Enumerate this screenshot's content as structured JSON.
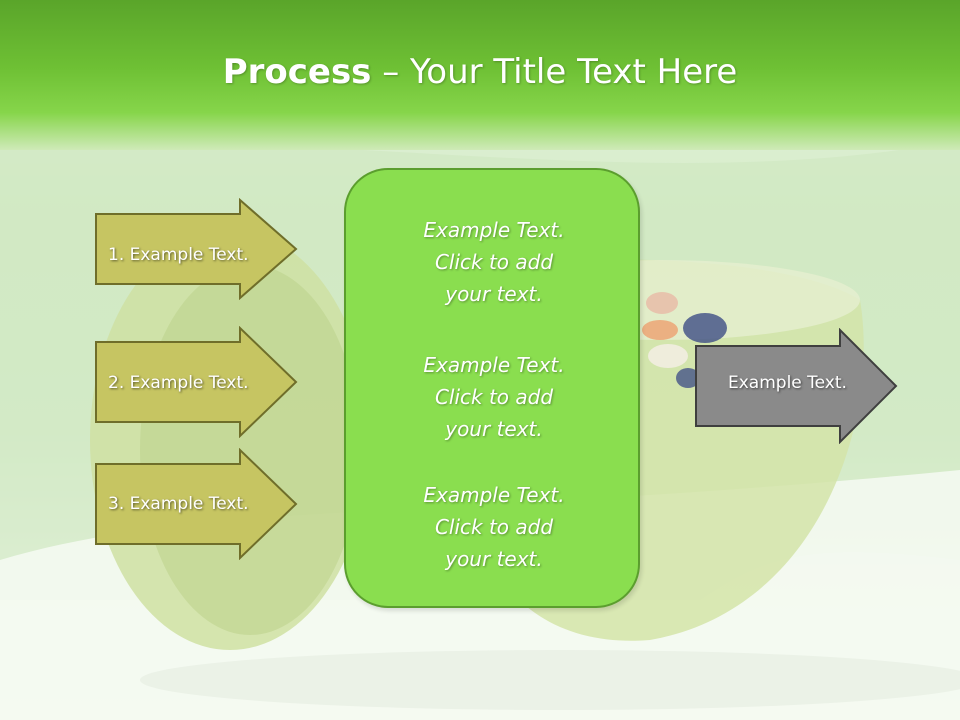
{
  "slide": {
    "title_bold": "Process",
    "title_rest": " – Your Title Text Here",
    "left_steps": [
      {
        "label": "1. Example Text."
      },
      {
        "label": "2. Example Text."
      },
      {
        "label": "3. Example Text."
      }
    ],
    "center_box": {
      "paragraphs": [
        {
          "lines": [
            "Example Text.",
            "Click  to add",
            "your text."
          ]
        },
        {
          "lines": [
            "Example Text.",
            "Click  to add",
            "your text."
          ]
        },
        {
          "lines": [
            "Example Text.",
            "Click  to add",
            "your text."
          ]
        }
      ]
    },
    "right_arrow": {
      "label": "Example Text."
    }
  },
  "colors": {
    "title_band": "#6ec034",
    "left_arrow_fill": "#c6c562",
    "left_arrow_border": "#6f6e2a",
    "center_fill": "#8ade4f",
    "center_border": "#5b9e2e",
    "right_arrow_fill": "#8a8a8a"
  }
}
